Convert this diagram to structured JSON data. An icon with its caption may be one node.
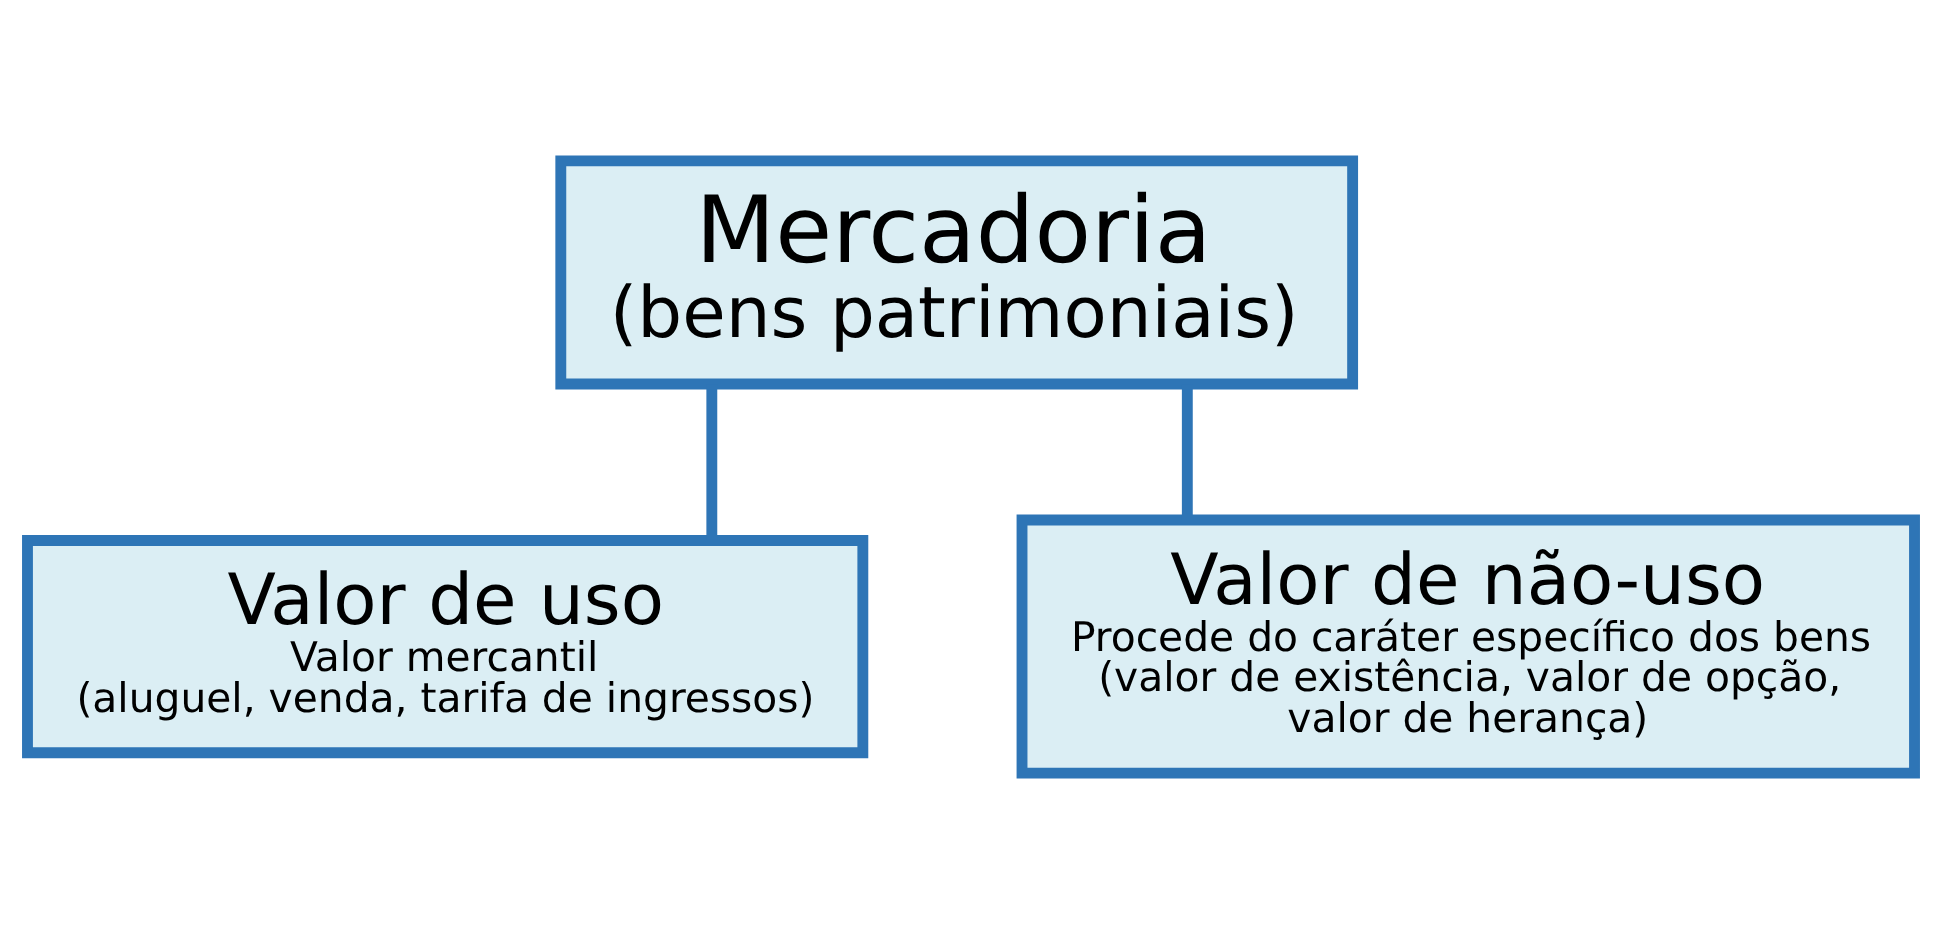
{
  "diagram": {
    "nodes": [
      {
        "text": [
          "Mercadoria",
          "(bens patrimoniais)"
        ]
      },
      {
        "text": [
          "Valor de uso",
          "Valor mercantil",
          "(aluguel, venda, tarifa de ingressos)"
        ]
      },
      {
        "text": [
          "Valor de não-uso",
          "Procede do caráter específico dos bens",
          "(valor de existência, valor de opção, valor de herança)"
        ]
      }
    ],
    "edges": [
      {
        "from": 0,
        "to": 1,
        "arrow": "none"
      },
      {
        "from": 0,
        "to": 2,
        "arrow": "none"
      }
    ]
  }
}
